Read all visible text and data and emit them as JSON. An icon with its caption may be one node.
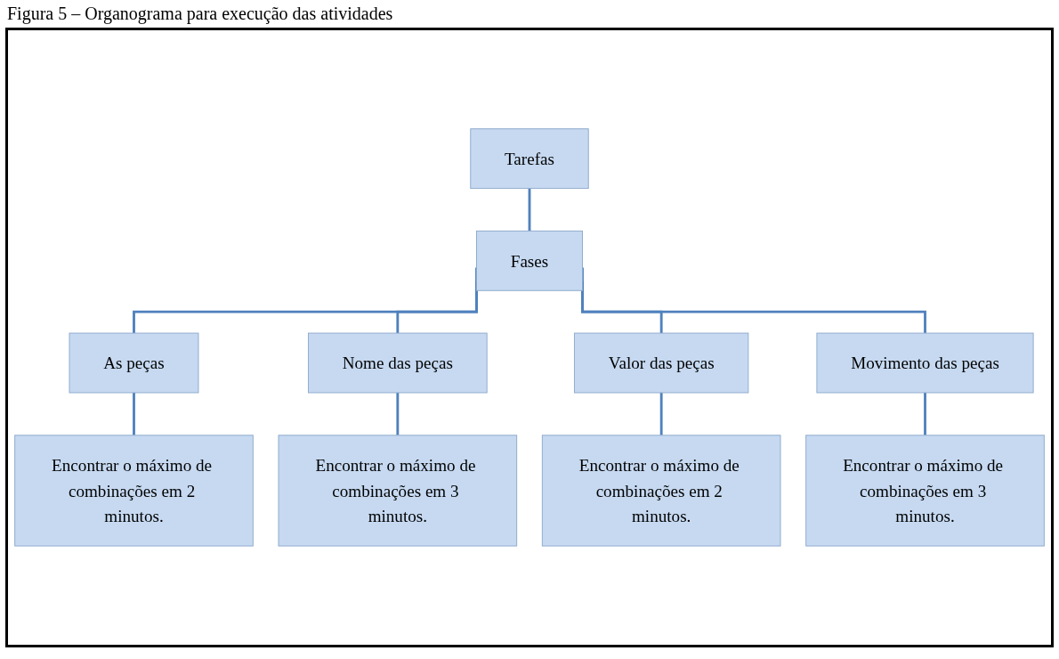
{
  "diagram": {
    "title": "Figura 5 – Organograma para execução das atividades",
    "nodes": [
      {
        "text": [
          "Tarefas"
        ]
      },
      {
        "text": [
          "Fases"
        ]
      },
      {
        "text": [
          "As peças"
        ]
      },
      {
        "text": [
          "Nome das peças"
        ]
      },
      {
        "text": [
          "Valor das peças"
        ]
      },
      {
        "text": [
          "Movimento das peças"
        ]
      },
      {
        "text": [
          "Encontrar o máximo de combinações em 2 minutos."
        ]
      },
      {
        "text": [
          "Encontrar o máximo de combinações em 3 minutos."
        ]
      },
      {
        "text": [
          "Encontrar o máximo de combinações em 2 minutos."
        ]
      },
      {
        "text": [
          "Encontrar o máximo de combinações em 3 minutos."
        ]
      }
    ],
    "edges": [
      {
        "from": 0,
        "to": 1,
        "arrow": "none"
      },
      {
        "from": 1,
        "to": 2,
        "arrow": "none"
      },
      {
        "from": 1,
        "to": 3,
        "arrow": "none"
      },
      {
        "from": 1,
        "to": 4,
        "arrow": "none"
      },
      {
        "from": 1,
        "to": 5,
        "arrow": "none"
      },
      {
        "from": 2,
        "to": 6,
        "arrow": "none"
      },
      {
        "from": 3,
        "to": 7,
        "arrow": "none"
      },
      {
        "from": 4,
        "to": 8,
        "arrow": "none"
      },
      {
        "from": 5,
        "to": 9,
        "arrow": "none"
      }
    ]
  }
}
